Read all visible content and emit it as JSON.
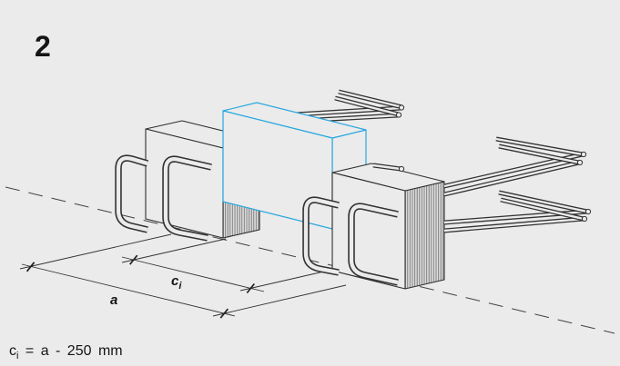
{
  "figure_number": "2",
  "labels": {
    "dimension_a": "a",
    "dimension_ci": {
      "symbol": "c",
      "subscript": "i"
    }
  },
  "formula": {
    "symbol": "c",
    "subscript": "i",
    "rest": " = a - 250 mm"
  },
  "colors": {
    "background": "#ebebeb",
    "lines": "#2f2f2f",
    "blue_outline": "#29a8df"
  }
}
